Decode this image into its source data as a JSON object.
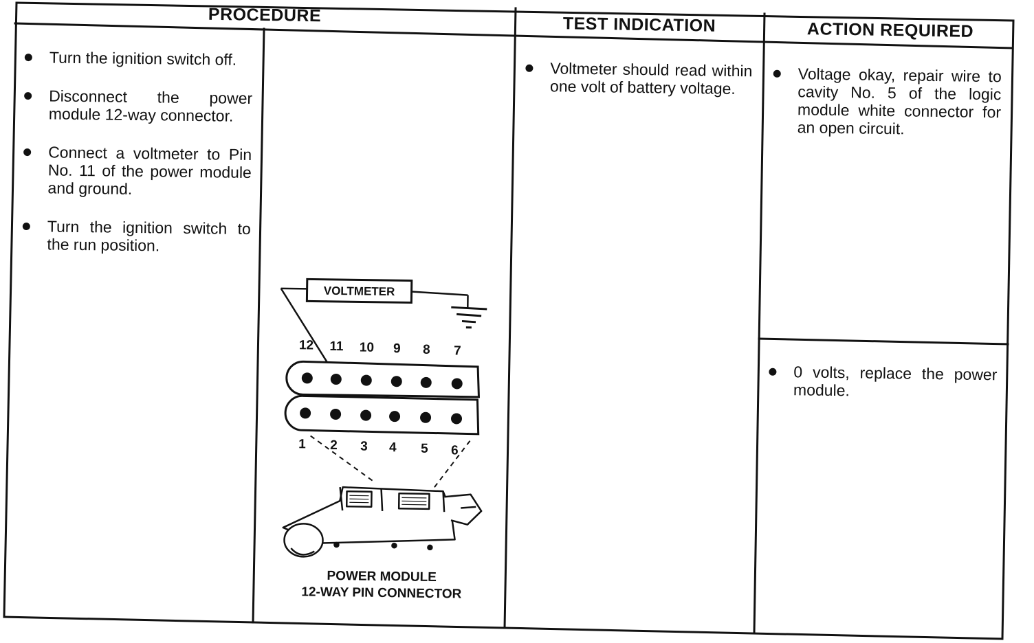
{
  "headers": {
    "procedure": "PROCEDURE",
    "test_indication": "TEST INDICATION",
    "action_required": "ACTION REQUIRED"
  },
  "procedure_steps": [
    "Turn the ignition switch off.",
    "Disconnect the power module 12-way connector.",
    "Connect a voltmeter to Pin No. 11 of the power module and ground.",
    "Turn the ignition switch to the run position."
  ],
  "diagram": {
    "voltmeter_label": "VOLTMETER",
    "top_pins": [
      "12",
      "11",
      "10",
      "9",
      "8",
      "7"
    ],
    "bottom_pins": [
      "1",
      "2",
      "3",
      "4",
      "5",
      "6"
    ],
    "caption_line1": "POWER MODULE",
    "caption_line2": "12-WAY PIN CONNECTOR"
  },
  "test_indications": [
    "Voltmeter should read within one volt of battery voltage."
  ],
  "actions": [
    "Voltage okay, repair wire to cavity No. 5 of the logic module white connector for an open circuit.",
    "0 volts, replace the power module."
  ]
}
